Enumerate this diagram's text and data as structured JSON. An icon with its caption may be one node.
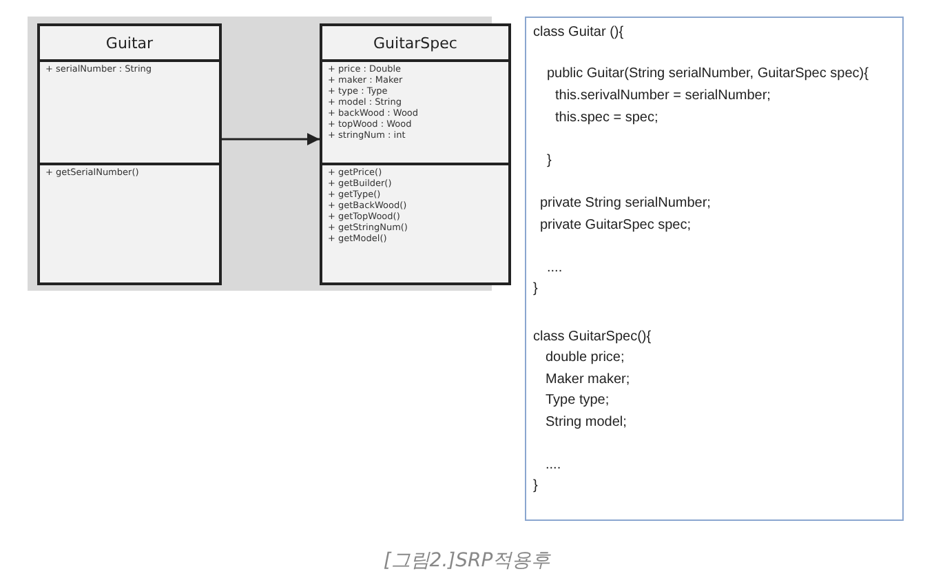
{
  "diagram": {
    "caption": "[그림2.]SRP적용후",
    "nodes": [
      {
        "text": [
          "Guitar",
          "+ serialNumber : String",
          "+ getSerialNumber()"
        ]
      },
      {
        "text": [
          "GuitarSpec",
          "+ price : Double",
          "+ maker :  Maker",
          "+ type : Type",
          "+ model : String",
          "+ backWood : Wood",
          "+ topWood : Wood",
          "+ stringNum : int",
          "+ getPrice()",
          "+ getBuilder()",
          "+ getType()",
          "+ getBackWood()",
          "+ getTopWood()",
          "+ getStringNum()",
          "+ getModel()"
        ]
      },
      {
        "text": [
          "class Guitar (){",
          "public Guitar(String  serialNumber, GuitarSpec spec){",
          "this.serivalNumber  =  serialNumber;",
          "this.spec = spec;",
          "}",
          "private String serialNumber;",
          "private GuitarSpec spec;",
          "....",
          "}",
          "class GuitarSpec(){",
          "double price;",
          "Maker maker;",
          "Type type;",
          "String model;",
          "....",
          "}"
        ]
      }
    ],
    "edges": [
      {
        "from": 0,
        "to": 1,
        "arrow": "to"
      }
    ]
  }
}
